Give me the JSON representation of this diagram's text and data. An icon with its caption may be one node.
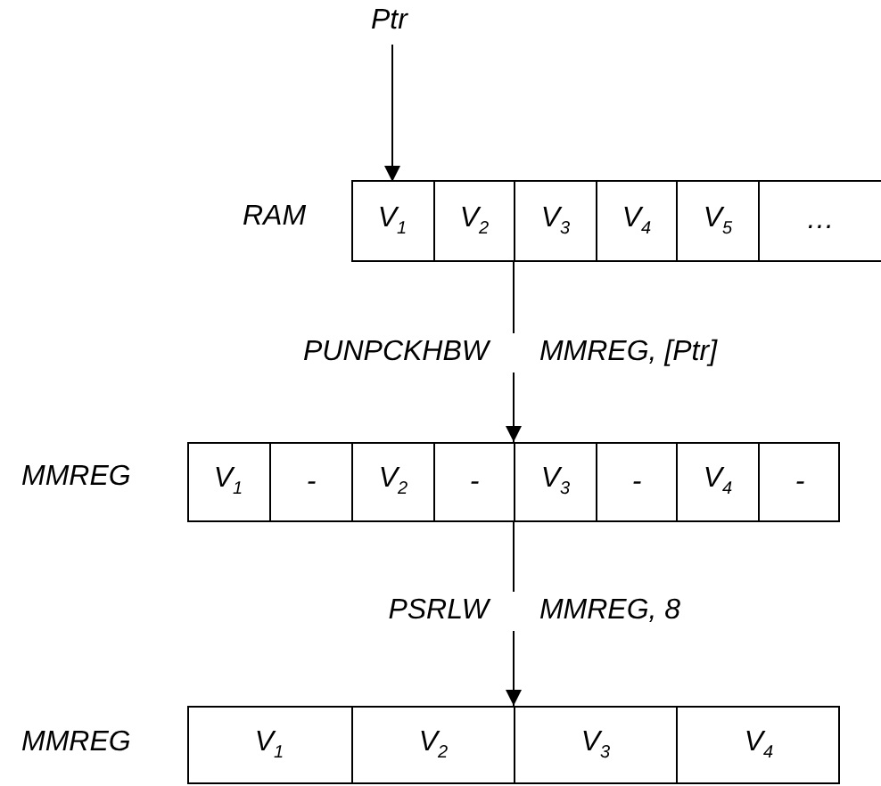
{
  "diagram": {
    "nodes": [
      {
        "text": [
          "Ptr"
        ]
      },
      {
        "text": [],
        "shape": "box",
        "beside": [
          "RAM"
        ]
      },
      {
        "text": [
          "V$_{1}$"
        ],
        "in": 1
      },
      {
        "text": [
          "V$_{2}$"
        ],
        "in": 1
      },
      {
        "text": [
          "V$_{3}$"
        ],
        "in": 1
      },
      {
        "text": [
          "V$_{4}$"
        ],
        "in": 1
      },
      {
        "text": [
          "V$_{5}$"
        ],
        "in": 1
      },
      {
        "text": [
          "…"
        ],
        "in": 1
      },
      {
        "text": [],
        "shape": "box",
        "beside": [
          "MMREG"
        ]
      },
      {
        "text": [
          "V$_{1}$"
        ],
        "in": 8
      },
      {
        "text": [
          "-"
        ],
        "in": 8
      },
      {
        "text": [
          "V$_{2}$"
        ],
        "in": 8
      },
      {
        "text": [
          "-"
        ],
        "in": 8
      },
      {
        "text": [
          "V$_{3}$"
        ],
        "in": 8
      },
      {
        "text": [
          "-"
        ],
        "in": 8
      },
      {
        "text": [
          "V$_{4}$"
        ],
        "in": 8
      },
      {
        "text": [
          "-"
        ],
        "in": 8
      },
      {
        "text": [],
        "shape": "box",
        "beside": [
          "MMREG"
        ]
      },
      {
        "text": [
          "V$_{1}$"
        ],
        "in": 17
      },
      {
        "text": [
          "V$_{2}$"
        ],
        "in": 17
      },
      {
        "text": [
          "V$_{3}$"
        ],
        "in": 17
      },
      {
        "text": [
          "V$_{4}$"
        ],
        "in": 17
      }
    ],
    "edges": [
      {
        "from": 0,
        "to": 2,
        "arrow": "to"
      },
      {
        "from": 1,
        "to": 8,
        "arrow": "to",
        "label": "PUNPCKHBW MMREG, [Ptr]"
      },
      {
        "from": 8,
        "to": 17,
        "arrow": "to",
        "label": "PSRLW MMREG, 8"
      }
    ]
  }
}
